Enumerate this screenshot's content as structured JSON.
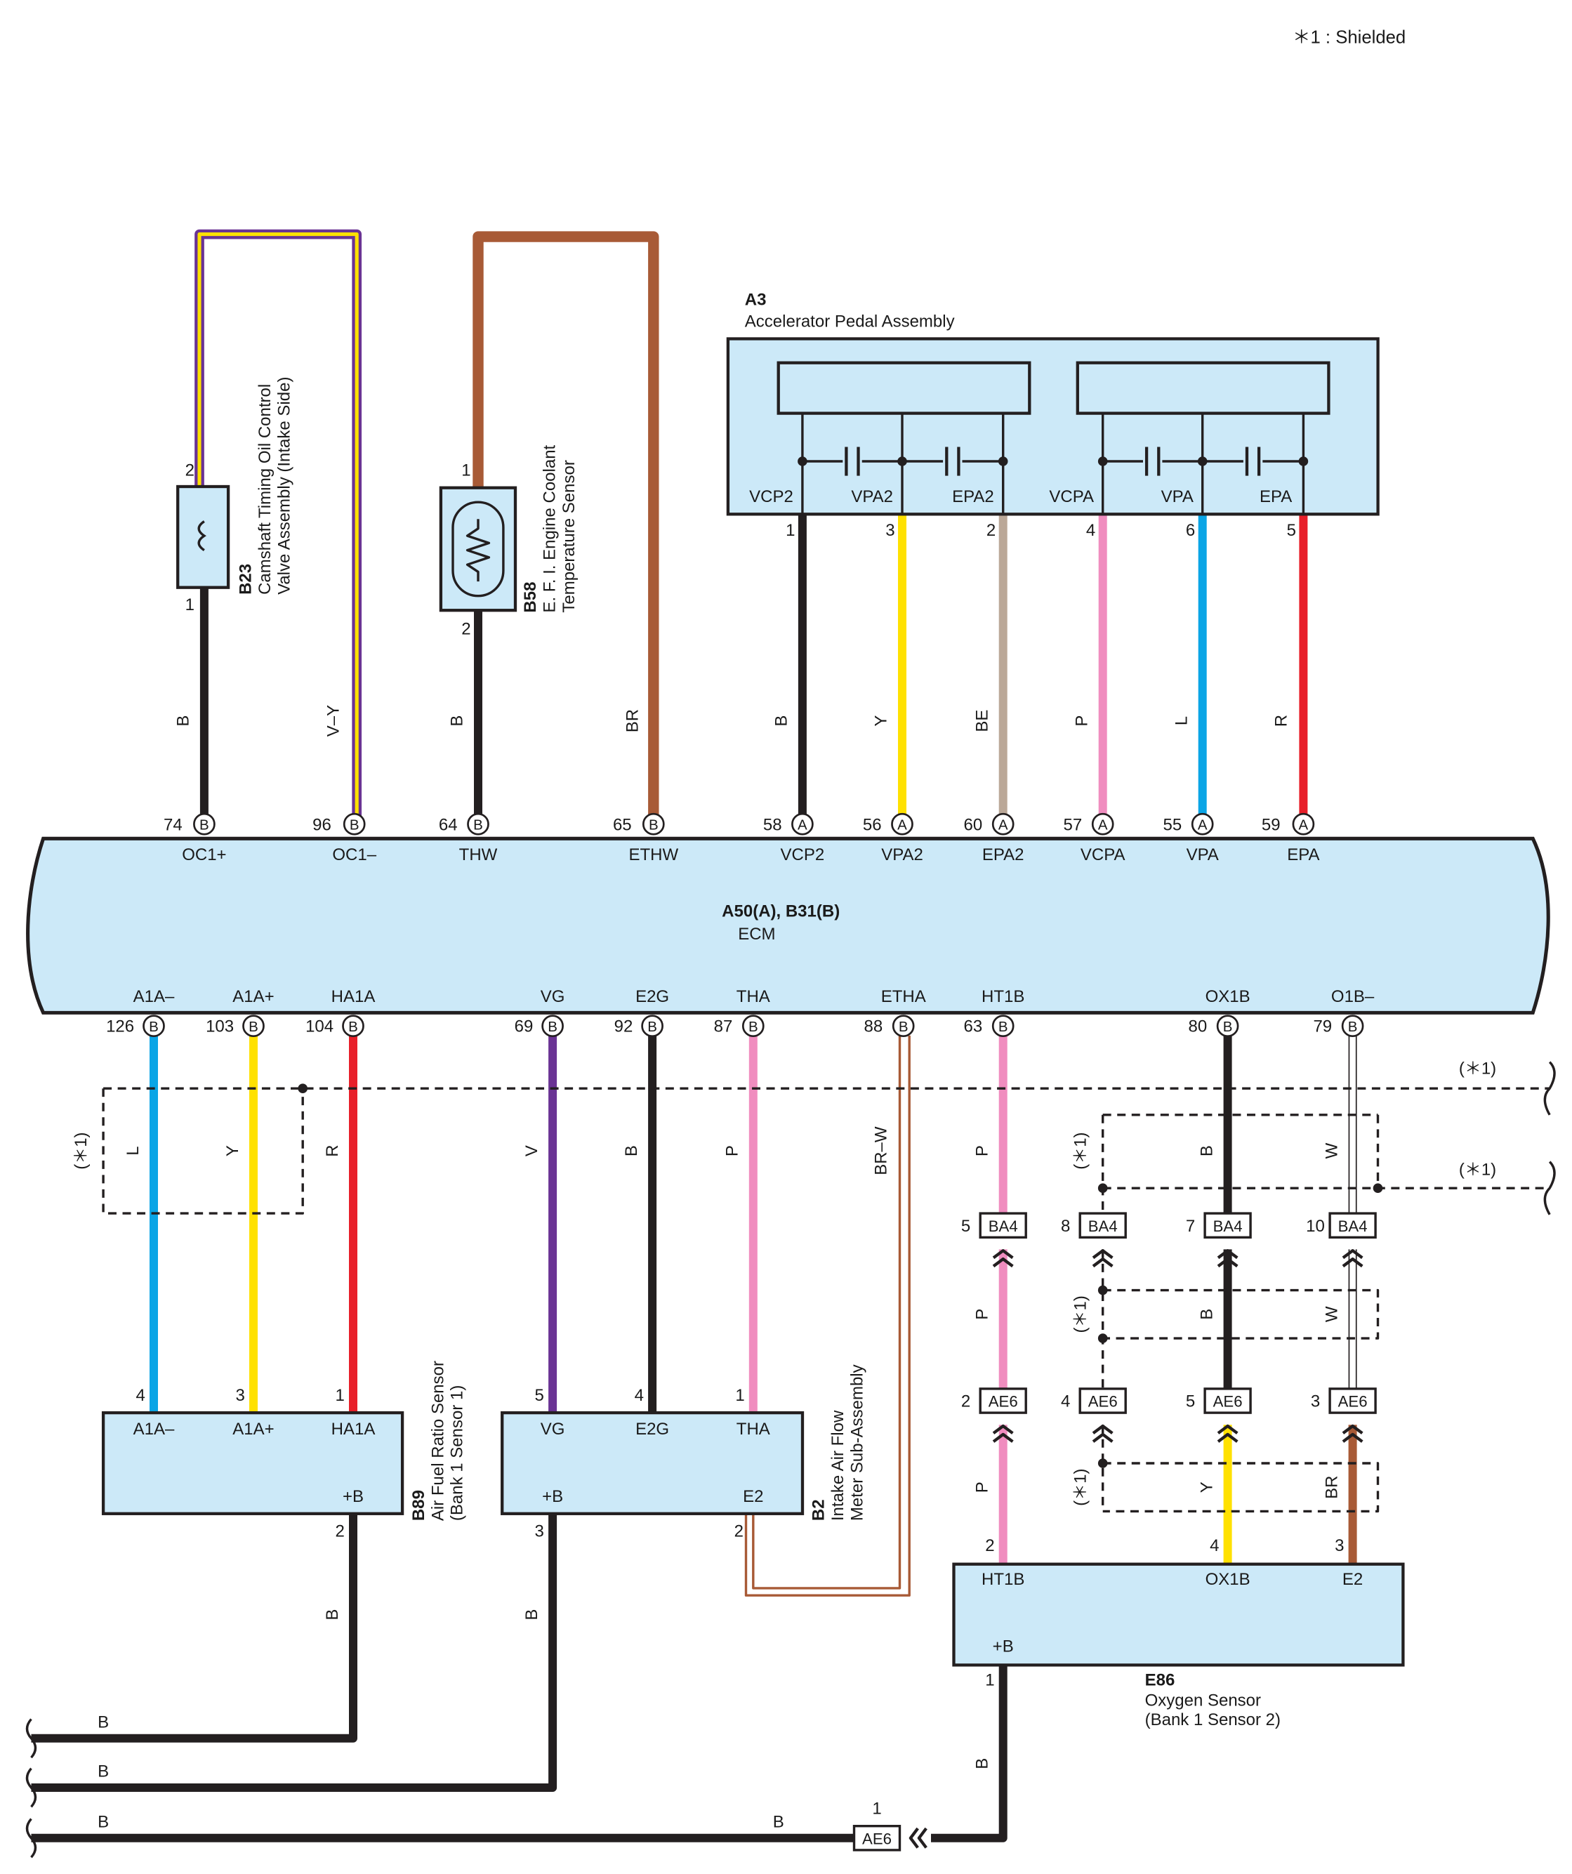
{
  "legend": "＊1 : Shielded",
  "shield_label": "(＊1)",
  "wire_colors": {
    "B": "#231f20",
    "L": "#0aa5e6",
    "Y": "#ffe100",
    "R": "#e8202a",
    "V": "#6a3394",
    "P": "#f08dbf",
    "BR": "#a85a36",
    "BE": "#bba898",
    "W": "#ffffff",
    "box": "#cce9f8"
  },
  "ecm": {
    "code": "A50(A), B31(B)",
    "name": "ECM",
    "top_pins": [
      {
        "num": "74",
        "conn": "B",
        "label": "OC1+"
      },
      {
        "num": "96",
        "conn": "B",
        "label": "OC1–"
      },
      {
        "num": "64",
        "conn": "B",
        "label": "THW"
      },
      {
        "num": "65",
        "conn": "B",
        "label": "ETHW"
      },
      {
        "num": "58",
        "conn": "A",
        "label": "VCP2"
      },
      {
        "num": "56",
        "conn": "A",
        "label": "VPA2"
      },
      {
        "num": "60",
        "conn": "A",
        "label": "EPA2"
      },
      {
        "num": "57",
        "conn": "A",
        "label": "VCPA"
      },
      {
        "num": "55",
        "conn": "A",
        "label": "VPA"
      },
      {
        "num": "59",
        "conn": "A",
        "label": "EPA"
      }
    ],
    "bottom_pins": [
      {
        "num": "126",
        "conn": "B",
        "label": "A1A–"
      },
      {
        "num": "103",
        "conn": "B",
        "label": "A1A+"
      },
      {
        "num": "104",
        "conn": "B",
        "label": "HA1A"
      },
      {
        "num": "69",
        "conn": "B",
        "label": "VG"
      },
      {
        "num": "92",
        "conn": "B",
        "label": "E2G"
      },
      {
        "num": "87",
        "conn": "B",
        "label": "THA"
      },
      {
        "num": "88",
        "conn": "B",
        "label": "ETHA"
      },
      {
        "num": "63",
        "conn": "B",
        "label": "HT1B"
      },
      {
        "num": "80",
        "conn": "B",
        "label": "OX1B"
      },
      {
        "num": "79",
        "conn": "B",
        "label": "O1B–"
      }
    ]
  },
  "b23": {
    "code": "B23",
    "name1": "Camshaft Timing Oil Control",
    "name2": "Valve Assembly (Intake Side)",
    "pin_top": "2",
    "pin_bot": "1"
  },
  "b58": {
    "code": "B58",
    "name1": "E. F. I. Engine Coolant",
    "name2": "Temperature Sensor",
    "pin_top": "1",
    "pin_bot": "2"
  },
  "a3": {
    "code": "A3",
    "name": "Accelerator Pedal Assembly",
    "terms": [
      {
        "label": "VCP2",
        "pin": "1"
      },
      {
        "label": "VPA2",
        "pin": "3"
      },
      {
        "label": "EPA2",
        "pin": "2"
      },
      {
        "label": "VCPA",
        "pin": "4"
      },
      {
        "label": "VPA",
        "pin": "6"
      },
      {
        "label": "EPA",
        "pin": "5"
      }
    ]
  },
  "b89": {
    "code": "B89",
    "name1": "Air Fuel Ratio Sensor",
    "name2": "(Bank 1 Sensor 1)",
    "terms": [
      {
        "label": "A1A–",
        "pin": "4"
      },
      {
        "label": "A1A+",
        "pin": "3"
      },
      {
        "label": "HA1A",
        "pin": "1"
      }
    ],
    "plus_b": "+B",
    "plus_b_pin": "2"
  },
  "b2": {
    "code": "B2",
    "name1": "Intake Air Flow",
    "name2": "Meter Sub-Assembly",
    "terms": [
      {
        "label": "VG",
        "pin": "5"
      },
      {
        "label": "E2G",
        "pin": "4"
      },
      {
        "label": "THA",
        "pin": "1"
      }
    ],
    "plus_b": "+B",
    "plus_b_pin": "3",
    "e2": "E2",
    "e2_pin": "2"
  },
  "e86": {
    "code": "E86",
    "name1": "Oxygen Sensor",
    "name2": "(Bank 1 Sensor 2)",
    "terms": [
      {
        "label": "HT1B",
        "pin": "2"
      },
      {
        "label": "OX1B",
        "pin": "4"
      },
      {
        "label": "E2",
        "pin": "3"
      }
    ],
    "plus_b": "+B",
    "plus_b_pin": "1"
  },
  "ba4": {
    "name": "BA4",
    "pins": [
      "5",
      "8",
      "7",
      "10"
    ]
  },
  "ae6": {
    "name": "AE6",
    "pins": [
      "2",
      "4",
      "5",
      "3"
    ],
    "ground_pin": "1"
  },
  "wire_labels": {
    "top": [
      "B",
      "V–Y",
      "B",
      "BR",
      "B",
      "Y",
      "BE",
      "P",
      "L",
      "R"
    ],
    "bottom_upper": [
      "L",
      "Y",
      "R",
      "V",
      "B",
      "P",
      "BR–W",
      "P",
      "B",
      "W"
    ],
    "ht_mid": "P",
    "ht_low": "P",
    "ox_mid": "B",
    "w_mid": "W",
    "ox_low": "Y",
    "e2_low": "BR",
    "ground_vert": [
      "B",
      "B",
      "B"
    ],
    "ground_horiz": [
      "B",
      "B",
      "B",
      "B"
    ]
  }
}
